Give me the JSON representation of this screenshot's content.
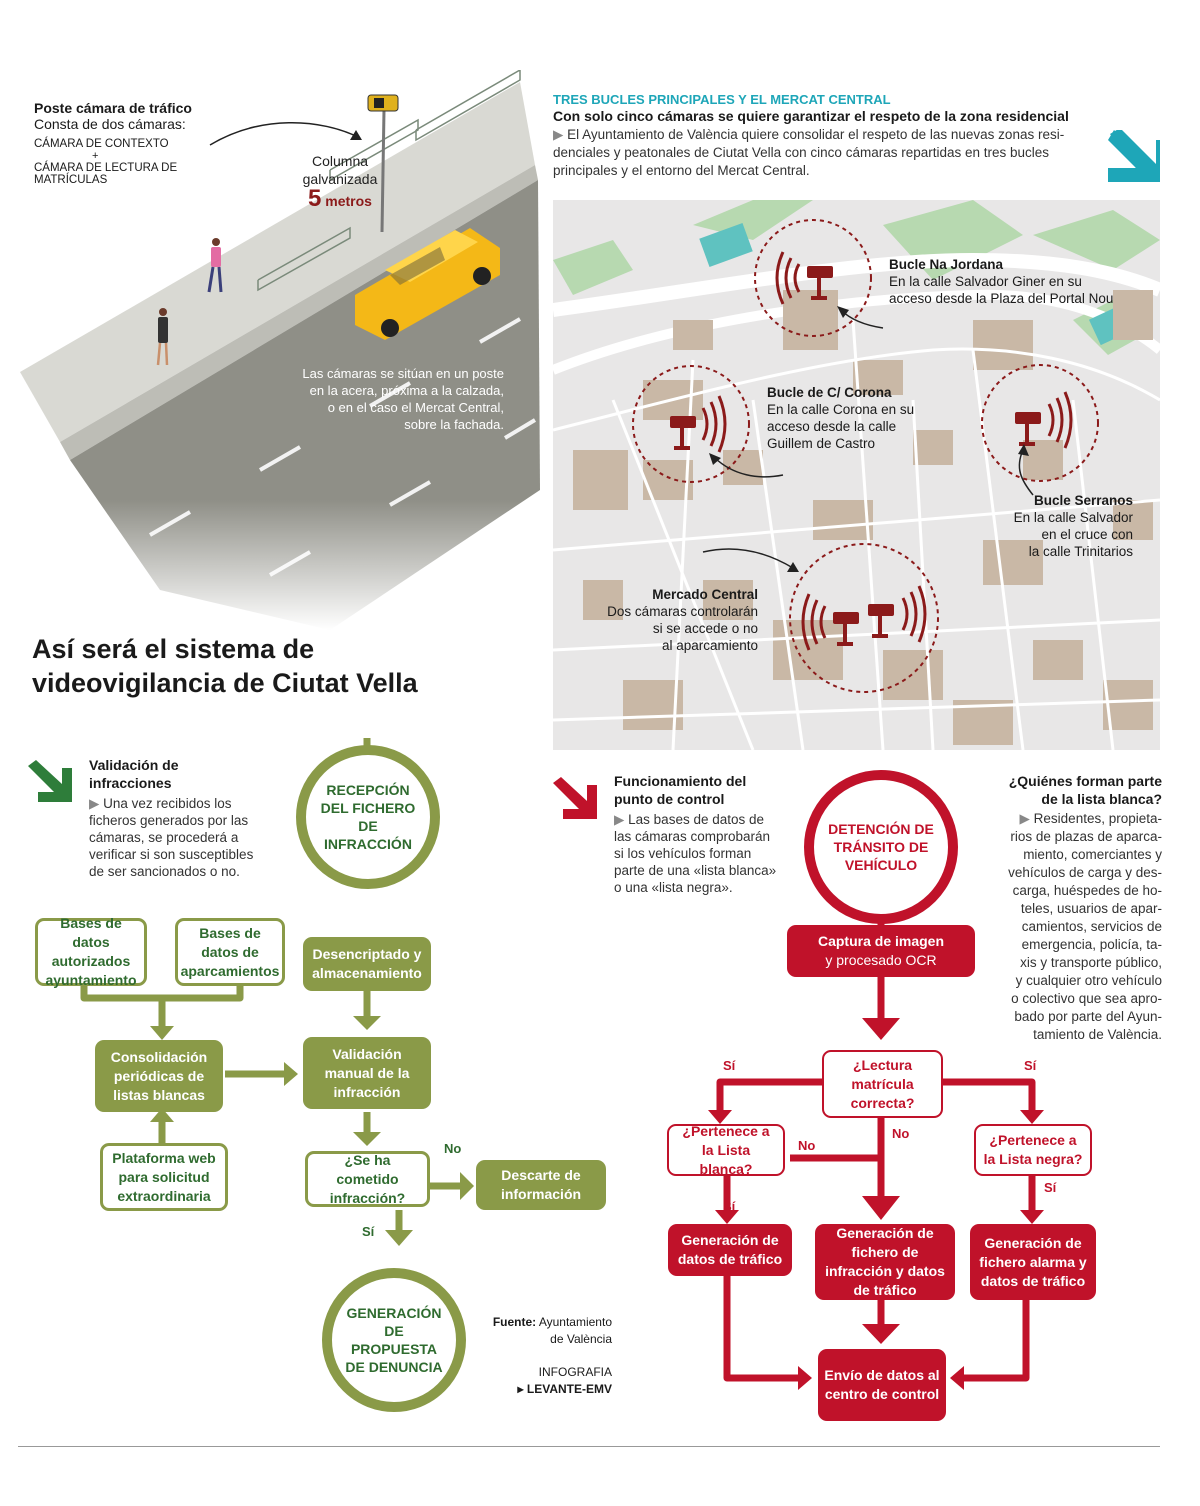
{
  "colors": {
    "green": "#8a9a48",
    "green_text": "#2f6b2f",
    "red": "#c0122a",
    "teal": "#1ea6b8",
    "map_bg": "#e7e6e6",
    "buildings": "#c9b8a6"
  },
  "pole": {
    "title": "Poste cámara de tráfico",
    "subtitle": "Consta de dos cámaras:",
    "cam1": "CÁMARA DE CONTEXTO",
    "plus": "+",
    "cam2_line1": "CÁMARA DE LECTURA DE",
    "cam2_line2": "MATRÍCULAS",
    "column_line1": "Columna",
    "column_line2": "galvanizada",
    "height_value": "5",
    "height_unit": "metros",
    "note_line1": "Las cámaras se sitúan en un poste",
    "note_line2": "en la acera, próxima a la calzada,",
    "note_line3": "o en el caso el Mercat Central,",
    "note_line4": "sobre la fachada."
  },
  "headline": {
    "line1": "Así será el sistema de",
    "line2": "videovigilancia de Ciutat Vella"
  },
  "map_section": {
    "kicker": "TRES BUCLES PRINCIPALES Y EL MERCAT CENTRAL",
    "title": "Con solo cinco cámaras se quiere garantizar el respeto de la zona residencial",
    "intro_line1": "El Ayuntamiento de València quiere consolidar el respeto de las nuevas zonas resi-",
    "intro_line2": "denciales y peatonales de Ciutat Vella con cinco cámaras repartidas en tres bucles",
    "intro_line3": "principales y el entorno del Mercat Central.",
    "loops": [
      {
        "name": "Bucle Na Jordana",
        "line1": "En la calle Salvador Giner en su",
        "line2": "acceso desde la Plaza del Portal Nou",
        "line3": ""
      },
      {
        "name": "Bucle de C/ Corona",
        "line1": "En la calle Corona en su",
        "line2": "acceso desde la calle",
        "line3": "Guillem de Castro"
      },
      {
        "name": "Bucle Serranos",
        "line1": "En la calle Salvador",
        "line2": "en el cruce con",
        "line3": "la calle Trinitarios"
      },
      {
        "name": "Mercado Central",
        "line1": "Dos cámaras controlarán",
        "line2": "si se accede o no",
        "line3": "al aparcamiento"
      }
    ]
  },
  "validation": {
    "title_line1": "Validación de",
    "title_line2": "infracciones",
    "text_line1": "Una vez recibidos los",
    "text_line2": "ficheros generados por las",
    "text_line3": "cámaras, se procederá a",
    "text_line4": "verificar si son susceptibles",
    "text_line5": "de ser sancionados o no.",
    "start": "RECEPCIÓN DEL FICHERO DE INFRACCIÓN",
    "db_ayto": "Bases de datos autorizados ayuntamiento",
    "db_parking": "Bases de datos de aparcamientos",
    "decrypt": "Desencriptado y almacenamiento",
    "consolidation": "Consolidación periódicas de listas blancas",
    "manual": "Validación manual de la infracción",
    "platform": "Plataforma web para solicitud extraordinaria",
    "question": "¿Se ha cometido infracción?",
    "no_label": "No",
    "discard": "Descarte de información",
    "yes_label": "Sí",
    "end": "GENERACIÓN DE PROPUESTA DE DENUNCIA"
  },
  "control_point": {
    "title_line1": "Funcionamiento del",
    "title_line2": "punto de control",
    "text_line1": "Las bases de datos de",
    "text_line2": "las cámaras comprobarán",
    "text_line3": "si los vehículos forman",
    "text_line4": "parte de una «lista blanca»",
    "text_line5": "o una «lista negra».",
    "start": "DETENCIÓN DE TRÁNSITO DE VEHÍCULO",
    "capture_line1": "Captura de imagen",
    "capture_line2": "y procesado OCR",
    "question_plate": "¿Lectura matrícula correcta?",
    "yes_left": "Sí",
    "yes_right": "Sí",
    "no_down": "No",
    "q_white": "¿Pertenece a la Lista blanca?",
    "q_black": "¿Pertenece a la Lista negra?",
    "no_white": "No",
    "yes_white": "Sí",
    "yes_black": "Sí",
    "gen_traffic": "Generación de datos de tráfico",
    "gen_infraction": "Generación de fichero de infracción y datos de tráfico",
    "gen_alarm": "Generación de fichero alarma y datos de tráfico",
    "send": "Envío de datos al centro de control"
  },
  "whitelist": {
    "title_line1": "¿Quiénes forman parte",
    "title_line2": "de la lista blanca?",
    "lines": [
      "Residentes, propieta-",
      "rios de plazas de aparca-",
      "miento, comerciantes y",
      "vehículos de carga y des-",
      "carga, huéspedes de ho-",
      "teles, usuarios de apar-",
      "camientos, servicios de",
      "emergencia, policía, ta-",
      "xis y transporte público,",
      "y cualquier otro vehículo",
      "o colectivo que sea apro-",
      "bado por parte del Ayun-",
      "tamiento de València."
    ]
  },
  "credits": {
    "source_label": "Fuente:",
    "source_line1": "Ayuntamiento",
    "source_line2": "de València",
    "infografia": "INFOGRAFIA",
    "outlet": "LEVANTE-EMV"
  }
}
